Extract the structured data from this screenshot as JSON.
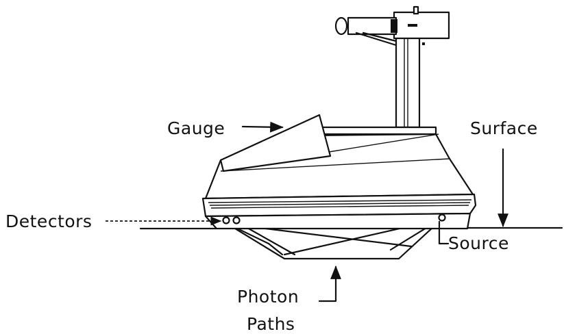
{
  "labels": {
    "gauge": "Gauge",
    "surface": "Surface",
    "detectors": "Detectors",
    "source": "Source",
    "photon_line1": "Photon",
    "photon_line2": "Paths"
  },
  "colors": {
    "ink": "#111111",
    "background": "#ffffff"
  }
}
